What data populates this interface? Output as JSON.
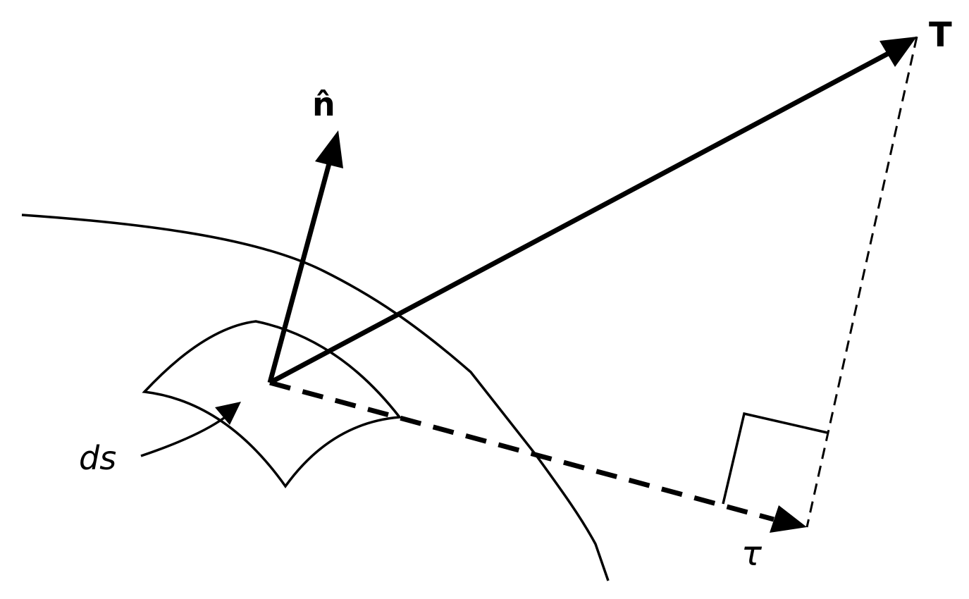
{
  "labels": {
    "traction": "T",
    "normal": "n̂",
    "area_element": "ds",
    "shear": "τ"
  },
  "colors": {
    "stroke": "#000000",
    "background": "#ffffff"
  }
}
